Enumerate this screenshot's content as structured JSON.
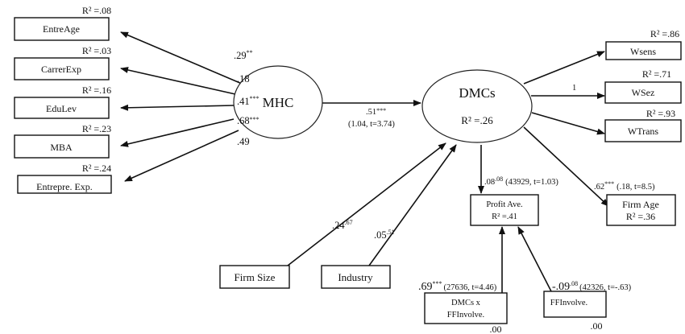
{
  "nodes": {
    "entreage": {
      "label": "EntreAge",
      "r2": "R² =.08"
    },
    "carrerexp": {
      "label": "CarrerExp",
      "r2": "R² =.03"
    },
    "edulev": {
      "label": "EduLev",
      "r2": "R² =.16"
    },
    "mba": {
      "label": "MBA",
      "r2": "R² =.23"
    },
    "entrepre_exp": {
      "label": "Entrepre. Exp.",
      "r2": "R² =.24"
    },
    "mhc": {
      "label": "MHC"
    },
    "dmcs": {
      "label": "DMCs",
      "r2": "R² =.26"
    },
    "wsens": {
      "label": "Wsens",
      "r2": "R² =.86"
    },
    "wsez": {
      "label": "WSez",
      "r2": "R² =.71"
    },
    "wtrans": {
      "label": "WTrans",
      "r2": "R² =.93"
    },
    "profit_ave": {
      "label": "Profit Ave.",
      "r2": "R² =.41"
    },
    "firm_age": {
      "label": "Firm Age",
      "r2": "R² =.36"
    },
    "firm_size": {
      "label": "Firm Size"
    },
    "industry": {
      "label": "Industry"
    },
    "dmcs_x_ffinvolve": {
      "label1": "DMCs x",
      "label2": "FFInvolve.",
      "note": ".00"
    },
    "ffinvolve": {
      "label": "FFInvolve.",
      "note": ".00"
    }
  },
  "paths": {
    "mhc_entreage": {
      "coef": ".29",
      "sig": "**"
    },
    "mhc_carrerexp": {
      "coef": ".18"
    },
    "mhc_edulev": {
      "coef": ".41",
      "sig": "***"
    },
    "mhc_mba": {
      "coef": ".68",
      "sig": "***"
    },
    "mhc_entrepre_exp": {
      "coef": ".49"
    },
    "mhc_dmcs": {
      "coef": ".51",
      "sig": "***",
      "detail": "(1.04, t=3.74)"
    },
    "dmcs_wsez": {
      "coef": "1"
    },
    "dmcs_profit": {
      "coef": ".08",
      "sig": ".08",
      "detail": "(43929, t=1.03)"
    },
    "dmcs_firmage": {
      "coef": ".62",
      "sig": "***",
      "detail": "(.18, t=8.5)"
    },
    "firmsize_dmcs": {
      "coef": ".24",
      "sig": ".67"
    },
    "industry_dmcs": {
      "coef": ".05",
      "sig": ".51"
    },
    "interaction_profit": {
      "coef": ".69",
      "sig": "***",
      "detail": "(27636, t=4.46)"
    },
    "ffinvolve_profit": {
      "coef": "-.09",
      "sig": ".08",
      "detail": "(42326, t=-.63)"
    }
  }
}
